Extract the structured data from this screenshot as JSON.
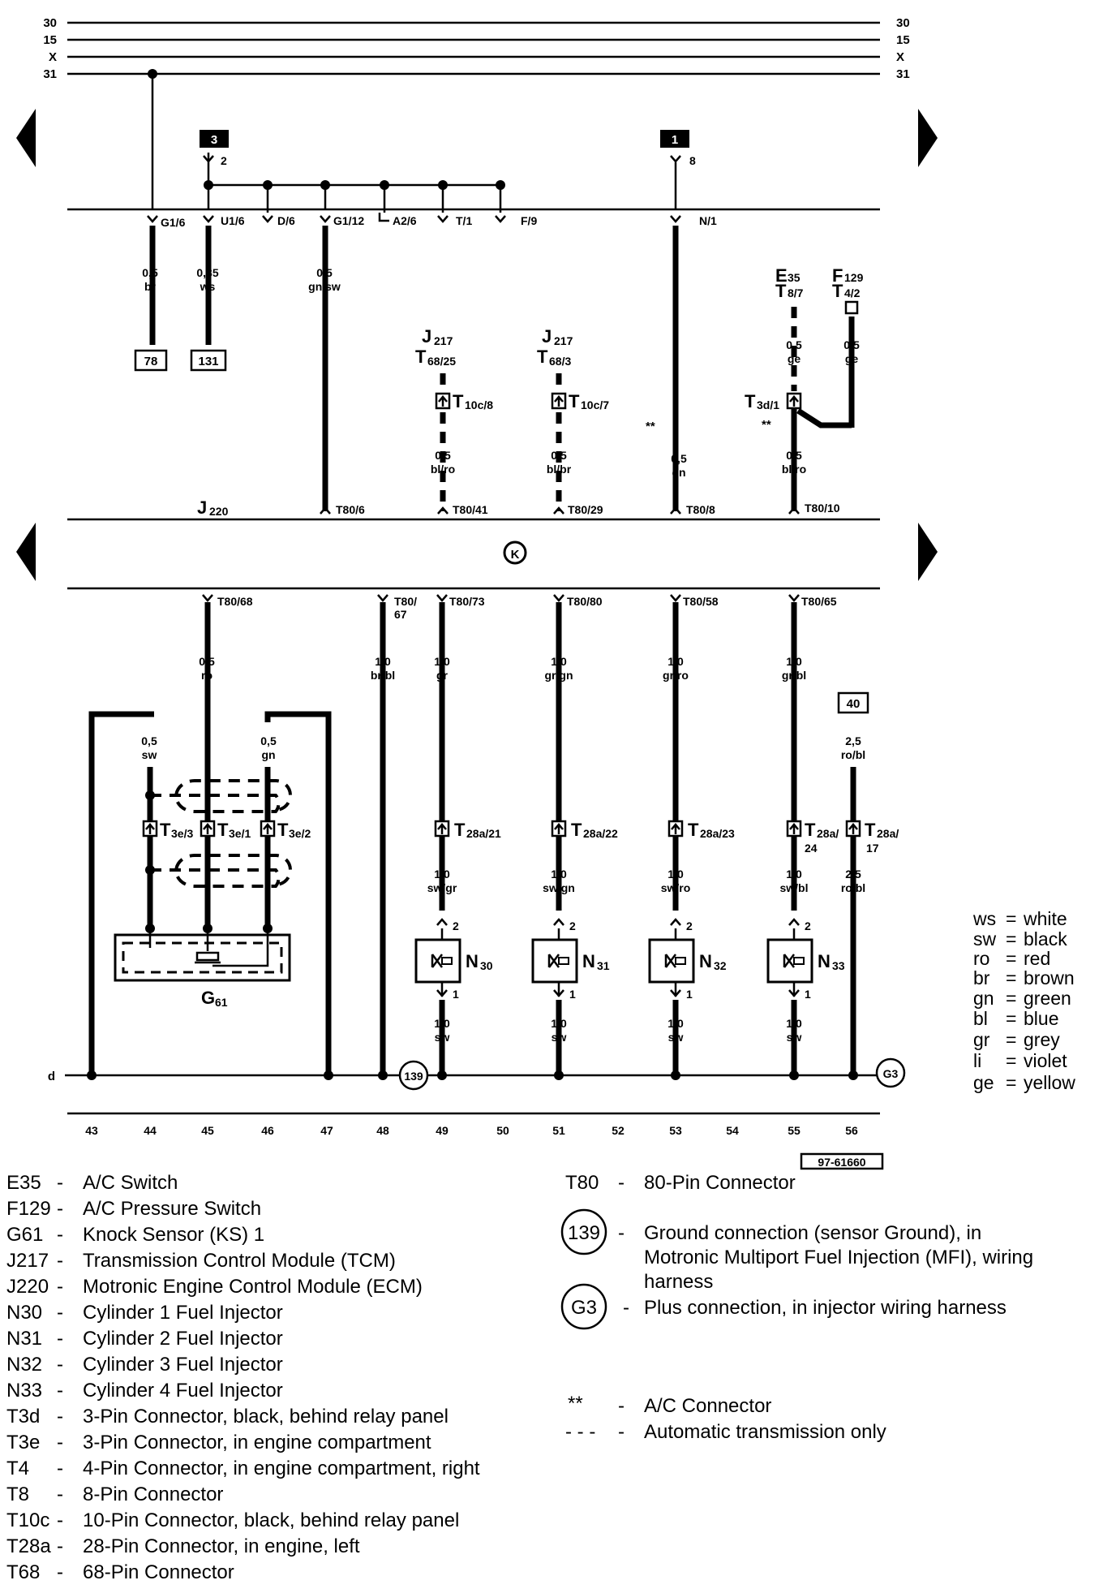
{
  "rails": {
    "top_labels": [
      "30",
      "15",
      "X",
      "31"
    ]
  },
  "nav": {
    "left": "previous-page",
    "right": "next-page"
  },
  "refs": {
    "top_left": "3",
    "top_left_pin": "2",
    "top_right": "1",
    "top_right_pin": "8",
    "right_40": "40"
  },
  "connectors_top": [
    "G1/6",
    "U1/6",
    "D/6",
    "G1/12",
    "A2/6",
    "T/1",
    "F/9",
    "N/1"
  ],
  "wires_top": [
    {
      "size": "0,5",
      "color": "br",
      "dest": "78"
    },
    {
      "size": "0,35",
      "color": "ws",
      "dest": "131"
    },
    {
      "size": "0,5",
      "color": "gn/sw"
    },
    {
      "size": "0,5",
      "color": "bl/ro"
    },
    {
      "size": "0,5",
      "color": "bl/br"
    },
    {
      "size": "0,5",
      "color": "gn"
    },
    {
      "size": "0,5",
      "color": "ge"
    },
    {
      "size": "0,5",
      "color": "ge"
    },
    {
      "size": "0,5",
      "color": "bl/ro"
    }
  ],
  "components_top": {
    "j217_a": "J",
    "j217_a_sub": "217",
    "t68_a": "T",
    "t68_a_sub": "68/25",
    "t10c_a": "T",
    "t10c_a_sub": "10c/8",
    "j217_b": "J",
    "j217_b_sub": "217",
    "t68_b": "T",
    "t68_b_sub": "68/3",
    "t10c_b": "T",
    "t10c_b_sub": "10c/7",
    "e35": "E",
    "e35_sub": "35",
    "t8": "T",
    "t8_sub": "8/7",
    "f129": "F",
    "f129_sub": "129",
    "t4": "T",
    "t4_sub": "4/2",
    "t3d": "T",
    "t3d_sub": "3d/1",
    "stars": "**"
  },
  "ecm": {
    "label": "J",
    "label_sub": "220",
    "symbol": "K",
    "pins_top": [
      "T80/6",
      "T80/41",
      "T80/29",
      "T80/8",
      "T80/10"
    ],
    "pins_bottom": [
      "T80/68",
      "T80/",
      "67",
      "T80/73",
      "T80/80",
      "T80/58",
      "T80/65"
    ]
  },
  "wires_bottom": [
    {
      "size": "0,5",
      "color": "ro"
    },
    {
      "size": "1,0",
      "color": "br/bl"
    },
    {
      "size": "1,0",
      "color": "gr"
    },
    {
      "size": "1,0",
      "color": "gr/gn"
    },
    {
      "size": "1,0",
      "color": "gr/ro"
    },
    {
      "size": "1,0",
      "color": "gr/bl"
    },
    {
      "size": "2,5",
      "color": "ro/bl"
    },
    {
      "size": "0,5",
      "color": "sw"
    },
    {
      "size": "0,5",
      "color": "gn"
    }
  ],
  "t3e": [
    {
      "t": "T",
      "s": "3e/3"
    },
    {
      "t": "T",
      "s": "3e/1"
    },
    {
      "t": "T",
      "s": "3e/2"
    }
  ],
  "t28a": [
    {
      "t": "T",
      "s": "28a/21"
    },
    {
      "t": "T",
      "s": "28a/22"
    },
    {
      "t": "T",
      "s": "28a/23"
    },
    {
      "t": "T",
      "s": "28a/",
      "s2": "24"
    },
    {
      "t": "T",
      "s": "28a/",
      "s2": "17"
    }
  ],
  "inj_wires_top": [
    {
      "size": "1,0",
      "color": "sw/gr"
    },
    {
      "size": "1,0",
      "color": "sw/gn"
    },
    {
      "size": "1,0",
      "color": "sw/ro"
    },
    {
      "size": "1,0",
      "color": "sw/bl"
    },
    {
      "size": "2,5",
      "color": "ro/bl"
    }
  ],
  "inj_wires_bottom": [
    {
      "size": "1,0",
      "color": "sw"
    },
    {
      "size": "1,0",
      "color": "sw"
    },
    {
      "size": "1,0",
      "color": "sw"
    },
    {
      "size": "1,0",
      "color": "sw"
    }
  ],
  "injectors": [
    {
      "n": "N",
      "s": "30"
    },
    {
      "n": "N",
      "s": "31"
    },
    {
      "n": "N",
      "s": "32"
    },
    {
      "n": "N",
      "s": "33"
    }
  ],
  "pin2": "2",
  "pin1": "1",
  "g61": {
    "n": "G",
    "s": "61"
  },
  "ground": {
    "rail": "d",
    "g139": "139",
    "g3": "G3"
  },
  "columns": [
    "43",
    "44",
    "45",
    "46",
    "47",
    "48",
    "49",
    "50",
    "51",
    "52",
    "53",
    "54",
    "55",
    "56"
  ],
  "doc_id": "97-61660",
  "color_key": [
    {
      "abbr": "ws",
      "name": "white"
    },
    {
      "abbr": "sw",
      "name": "black"
    },
    {
      "abbr": "ro",
      "name": "red"
    },
    {
      "abbr": "br",
      "name": "brown"
    },
    {
      "abbr": "gn",
      "name": "green"
    },
    {
      "abbr": "bl",
      "name": "blue"
    },
    {
      "abbr": "gr",
      "name": "grey"
    },
    {
      "abbr": "li",
      "name": "violet"
    },
    {
      "abbr": "ge",
      "name": "yellow"
    }
  ],
  "legend_left": [
    {
      "code": "E35",
      "desc": "A/C Switch"
    },
    {
      "code": "F129",
      "desc": "A/C  Pressure Switch"
    },
    {
      "code": "G61",
      "desc": "Knock Sensor (KS) 1"
    },
    {
      "code": "J217",
      "desc": "Transmission Control Module (TCM)"
    },
    {
      "code": "J220",
      "desc": "Motronic Engine Control Module (ECM)"
    },
    {
      "code": "N30",
      "desc": "Cylinder 1 Fuel Injector"
    },
    {
      "code": "N31",
      "desc": "Cylinder 2 Fuel Injector"
    },
    {
      "code": "N32",
      "desc": "Cylinder 3 Fuel Injector"
    },
    {
      "code": "N33",
      "desc": "Cylinder 4 Fuel Injector"
    },
    {
      "code": "T3d",
      "desc": "3-Pin Connector, black, behind relay panel"
    },
    {
      "code": "T3e",
      "desc": "3-Pin Connector, in engine compartment"
    },
    {
      "code": "T4",
      "desc": "4-Pin Connector, in engine compartment, right"
    },
    {
      "code": "T8",
      "desc": "8-Pin Connector"
    },
    {
      "code": "T10c",
      "desc": "10-Pin Connector, black, behind relay panel"
    },
    {
      "code": "T28a",
      "desc": "28-Pin Connector, in engine, left"
    },
    {
      "code": "T68",
      "desc": "68-Pin Connector"
    }
  ],
  "legend_right": {
    "t80_code": "T80",
    "t80_desc": "80-Pin Connector",
    "g139_symbol": "139",
    "g139_desc": [
      "Ground connection (sensor Ground), in",
      "Motronic Multiport Fuel Injection (MFI), wiring",
      "harness"
    ],
    "g3_symbol": "G3",
    "g3_desc": "Plus connection, in injector wiring harness",
    "stars_symbol": "**",
    "stars_desc": "A/C Connector",
    "dash_symbol": "- - -",
    "dash_desc": "Automatic transmission only"
  },
  "dash_sep": "-"
}
